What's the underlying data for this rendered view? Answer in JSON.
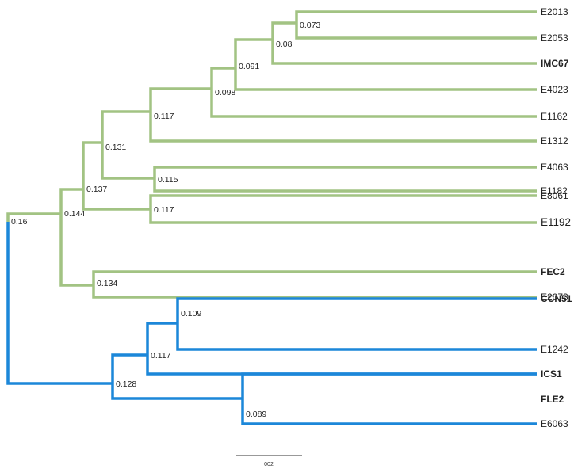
{
  "colors": {
    "clade_a": "#a2c383",
    "clade_b": "#1c87d9"
  },
  "leaves": [
    {
      "name": "E2013",
      "bold": false,
      "clade": "a"
    },
    {
      "name": "E2053",
      "bold": false,
      "clade": "a"
    },
    {
      "name": "IMC67",
      "bold": true,
      "clade": "a"
    },
    {
      "name": "E4023",
      "bold": false,
      "clade": "a"
    },
    {
      "name": "E1162",
      "bold": false,
      "clade": "a"
    },
    {
      "name": "E1312",
      "bold": false,
      "clade": "a"
    },
    {
      "name": "E4063",
      "bold": false,
      "clade": "a"
    },
    {
      "name": "E1182",
      "bold": false,
      "clade": "a"
    },
    {
      "name": "E8061",
      "bold": false,
      "clade": "a"
    },
    {
      "name": "E1192",
      "bold": false,
      "clade": "a"
    },
    {
      "name": "FEC2",
      "bold": true,
      "clade": "a"
    },
    {
      "name": "E2073",
      "bold": false,
      "clade": "a"
    },
    {
      "name": "CCN51",
      "bold": true,
      "clade": "b"
    },
    {
      "name": "E1242",
      "bold": false,
      "clade": "b"
    },
    {
      "name": "ICS1",
      "bold": true,
      "clade": "b"
    },
    {
      "name": "FLE2",
      "bold": true,
      "clade": "b"
    },
    {
      "name": "E6063",
      "bold": false,
      "clade": "b"
    }
  ],
  "node_values": [
    "0.16",
    "0.144",
    "0.137",
    "0.131",
    "0.117",
    "0.098",
    "0.091",
    "0.08",
    "0.073",
    "0.115",
    "0.117",
    "0.134",
    "0.128",
    "0.117",
    "0.109",
    "0.089"
  ],
  "scale_bar": {
    "label": "002"
  }
}
